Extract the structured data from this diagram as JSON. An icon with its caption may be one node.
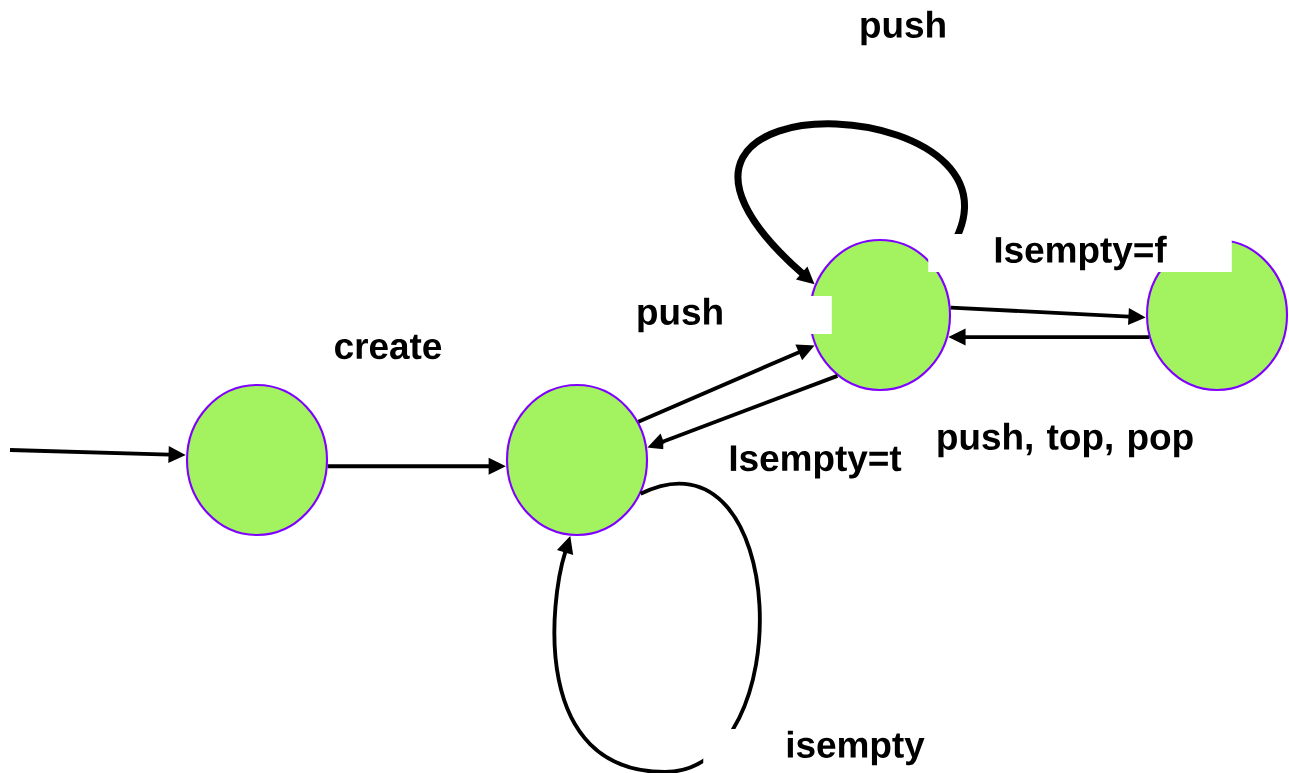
{
  "diagram": {
    "nodes": [
      {
        "text": [],
        "shape": "circle"
      },
      {
        "text": [],
        "shape": "circle"
      },
      {
        "text": [],
        "shape": "circle"
      },
      {
        "text": [],
        "shape": "circle"
      }
    ],
    "edges": [
      {
        "from": null,
        "to": 0,
        "arrow": "to"
      },
      {
        "from": 0,
        "to": 1,
        "arrow": "to",
        "label": "create"
      },
      {
        "from": 1,
        "to": 2,
        "arrow": "to",
        "label": "push"
      },
      {
        "from": 2,
        "to": 1,
        "arrow": "to",
        "label": "Isempty=t"
      },
      {
        "from": 2,
        "to": 2,
        "arrow": "to",
        "label": "push",
        "style": "thick"
      },
      {
        "from": 2,
        "to": 3,
        "arrow": "to",
        "label": "Isempty=f"
      },
      {
        "from": 3,
        "to": 2,
        "arrow": "to",
        "label": "push, top, pop"
      },
      {
        "from": 1,
        "to": 1,
        "arrow": "to",
        "label": "isempty"
      }
    ]
  }
}
